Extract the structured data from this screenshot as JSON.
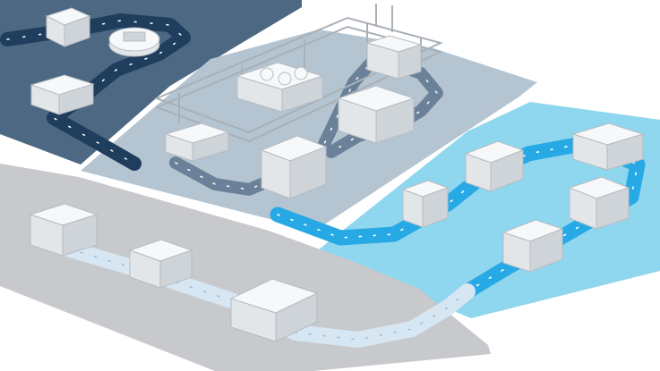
{
  "diagram": {
    "zones": [
      {
        "id": "zone-top-left",
        "color": "#4c6883"
      },
      {
        "id": "zone-center",
        "color": "#b5c4d1"
      },
      {
        "id": "zone-right",
        "color": "#8fd6ef"
      },
      {
        "id": "zone-bottom",
        "color": "#c7c9cc"
      }
    ],
    "conveyor_colors": {
      "dark": "#1f3d5c",
      "blue": "#27a9e6",
      "light": "#d7e6f3",
      "arrow": "#ffffff"
    },
    "machine_colors": {
      "top": "#f7f8f9",
      "left": "#e3e6e9",
      "right": "#cfd4d9",
      "line": "#b6bcc3"
    },
    "gantry_color": "#a9b0b7"
  }
}
